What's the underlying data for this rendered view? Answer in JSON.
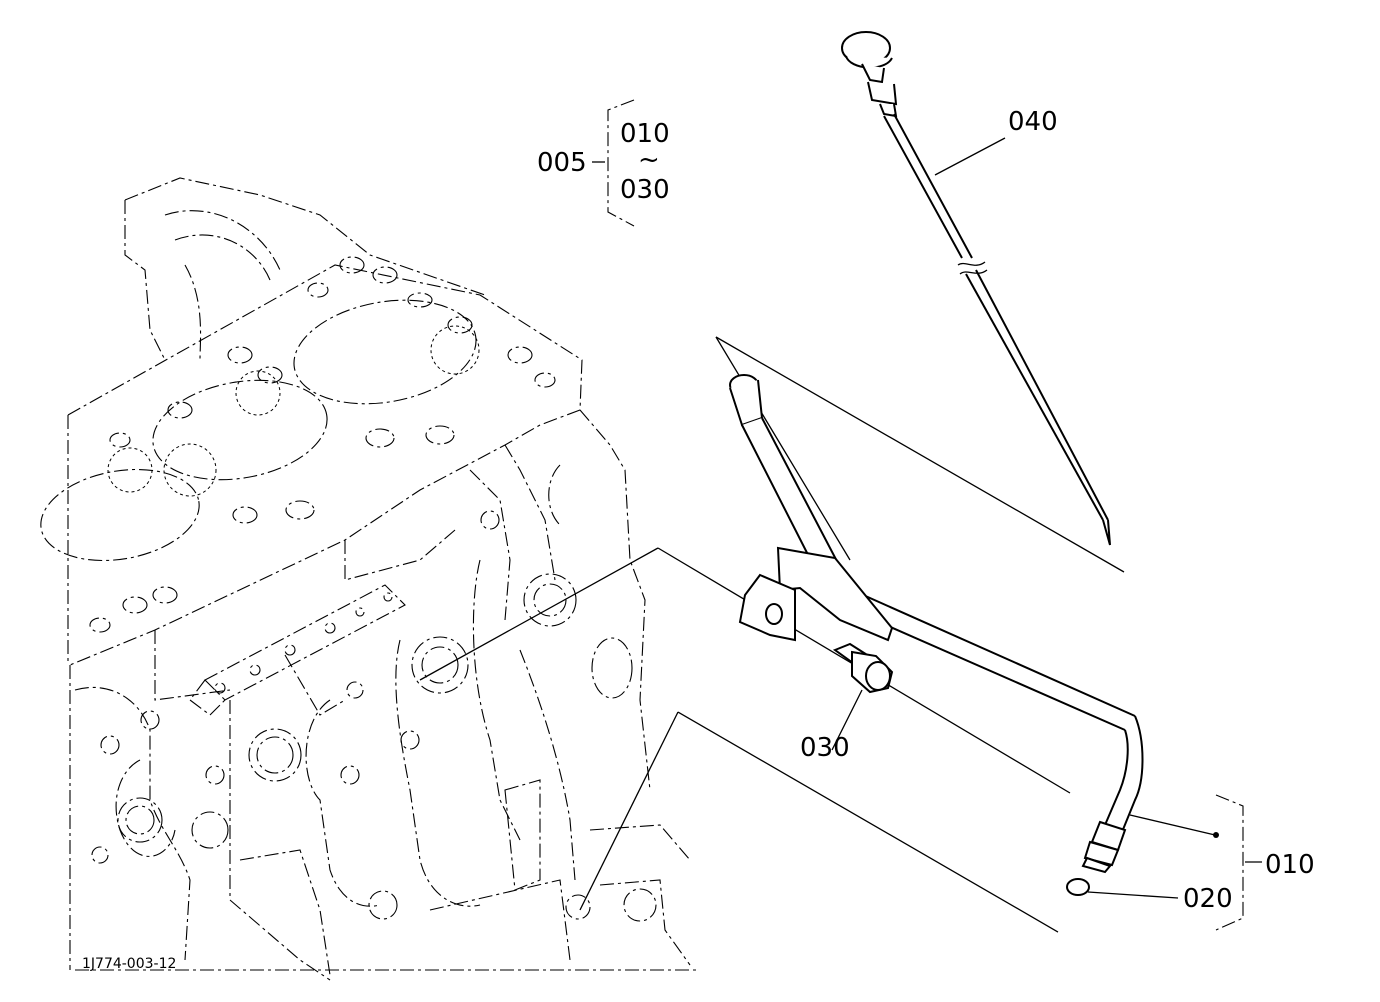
{
  "callouts": {
    "assembly": "005",
    "range_start": "010",
    "range_tilde": "~",
    "range_end": "030",
    "dipstick": "040",
    "bolt": "030",
    "guide_group": "010",
    "o_ring": "020"
  },
  "reference_code": "1J774-003-12",
  "colors": {
    "ink": "#000000",
    "paper": "#ffffff"
  }
}
